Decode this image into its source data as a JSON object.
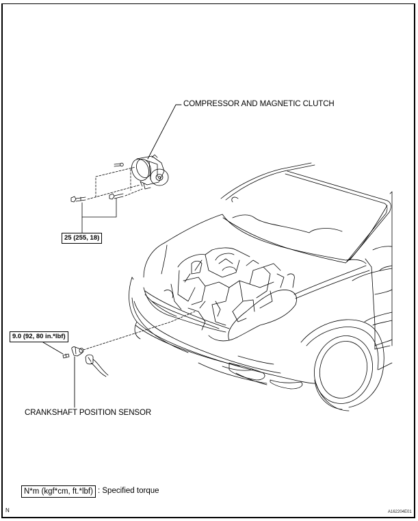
{
  "diagram": {
    "title_labels": {
      "compressor": "COMPRESSOR AND MAGNETIC CLUTCH",
      "sensor": "CRANKSHAFT POSITION SENSOR"
    },
    "torque_specs": {
      "compressor_bolts": "25 (255, 18)",
      "sensor_bolt": "9.0 (92, 80 in.*lbf)"
    },
    "legend": {
      "box_text": "N*m (kgf*cm, ft.*lbf)",
      "description": ": Specified torque"
    },
    "corner_mark": "N",
    "figure_id": "A162204E01",
    "components": [
      "car-front-view",
      "compressor-and-magnetic-clutch",
      "compressor-bolts",
      "crankshaft-position-sensor",
      "sensor-bolt",
      "sensor-connector"
    ]
  }
}
